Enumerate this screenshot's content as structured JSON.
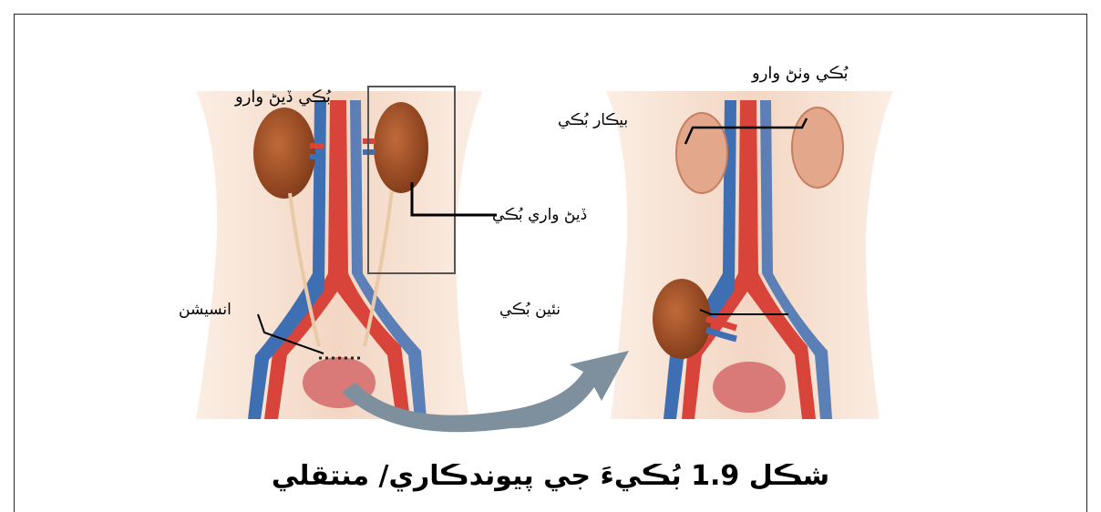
{
  "labels": {
    "before_title": "بُڪي ڏيڻ وارو",
    "after_title": "بُڪي وٺڻ وارو",
    "donated_kidney": "ڏيڻ واري بُڪي",
    "incision": "انسيشن",
    "failed_kidneys": "بيڪار بُڪي",
    "new_kidney": "نئين بُڪي"
  },
  "caption": "شڪل 1.9 بُڪيءَ جي پيوندڪاري/ منتقلي",
  "colors": {
    "skin": "#f4dccb",
    "kidney": "#9a4a22",
    "artery": "#d9443a",
    "vein": "#3f6fb3",
    "bladder": "#d97a78",
    "arrow": "#7e909e",
    "failed_kidney": "#e3a88c"
  }
}
